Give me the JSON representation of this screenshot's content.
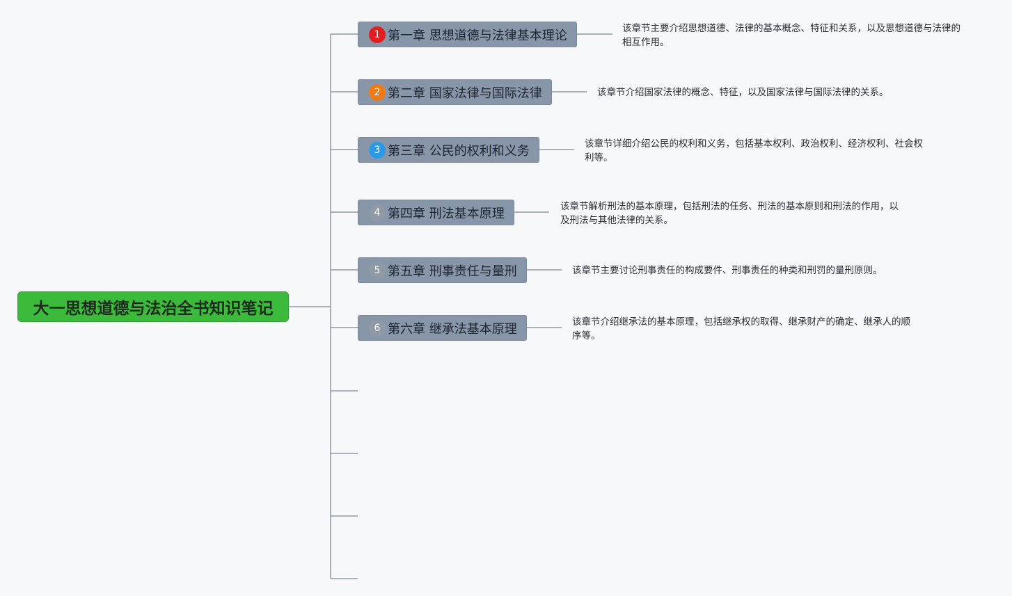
{
  "root": {
    "title": "大一思想道德与法治全书知识笔记",
    "color": "#3cba3c"
  },
  "chapters": [
    {
      "number": "1",
      "title": "第一章 思想道德与法律基本理论",
      "badge_color": "#e02020",
      "description": "该章节主要介绍思想道德、法律的基本概念、特征和关系，以及思想道德与法律的相互作用。"
    },
    {
      "number": "2",
      "title": "第二章 国家法律与国际法律",
      "badge_color": "#f07a16",
      "description": "该章节介绍国家法律的概念、特征，以及国家法律与国际法律的关系。"
    },
    {
      "number": "3",
      "title": "第三章 公民的权利和义务",
      "badge_color": "#2a9ae8",
      "description": "该章节详细介绍公民的权利和义务，包括基本权利、政治权利、经济权利、社会权利等。"
    },
    {
      "number": "4",
      "title": "第四章 刑法基本原理",
      "badge_color": "#909aa6",
      "description": "该章节解析刑法的基本原理，包括刑法的任务、刑法的基本原则和刑法的作用，以及刑法与其他法律的关系。"
    },
    {
      "number": "5",
      "title": "第五章 刑事责任与量刑",
      "badge_color": "#909aa6",
      "description": "该章节主要讨论刑事责任的构成要件、刑事责任的种类和刑罚的量刑原则。"
    },
    {
      "number": "6",
      "title": "第六章 继承法基本原理",
      "badge_color": "#909aa6",
      "description": "该章节介绍继承法的基本原理，包括继承权的取得、继承财产的确定、继承人的顺序等。"
    }
  ],
  "line_color": "#8d97a6",
  "node_color": "#8796a8"
}
